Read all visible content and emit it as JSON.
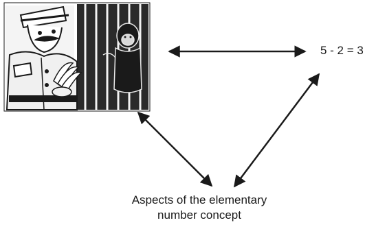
{
  "diagram": {
    "illustration": "cartoon-policeman-with-bananas-beside-monkey-in-cage",
    "equation": "5 - 2 = 3",
    "caption_line1": "Aspects of the elementary",
    "caption_line2": "number concept"
  },
  "colors": {
    "ink": "#1a1a1a",
    "background": "#ffffff"
  }
}
